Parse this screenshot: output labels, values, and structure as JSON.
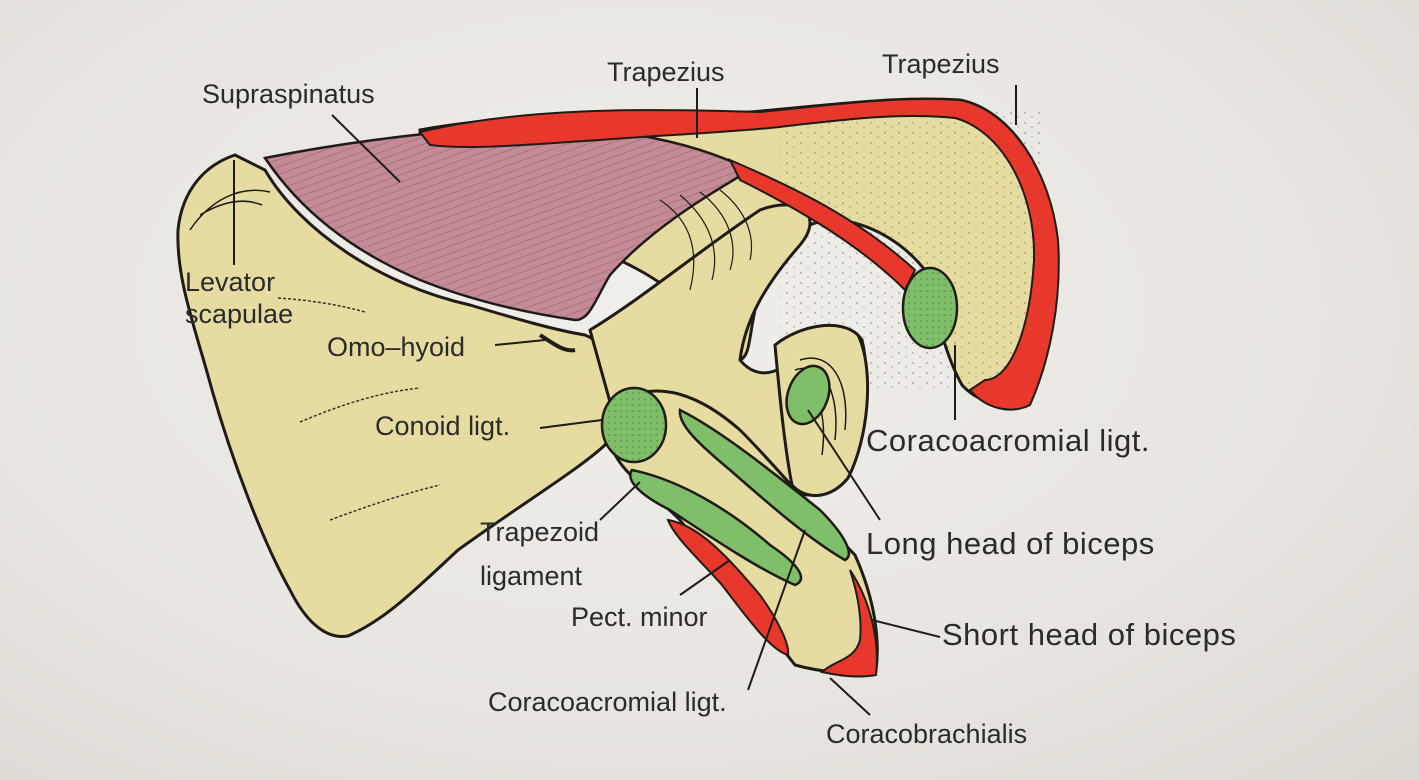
{
  "colors": {
    "bone": "#e6dca2",
    "muscle_red": "#e8382b",
    "muscle_pink": "#c48a96",
    "ligament_green": "#7fbf6a",
    "outline": "#1f1c18",
    "background": "#eae7e2"
  },
  "labels": {
    "supraspinatus": "Supraspinatus",
    "trapezius_1": "Trapezius",
    "trapezius_2": "Trapezius",
    "levator_line1": "Levator",
    "levator_line2": "scapulae",
    "omohyoid": "Omo–hyoid",
    "conoid": "Conoid ligt.",
    "coracoacromial_right": "Coracoacromial ligt.",
    "long_head": "Long head of biceps",
    "trapezoid_line1": "Trapezoid",
    "trapezoid_line2": "ligament",
    "pect_minor": "Pect. minor",
    "short_head": "Short head of biceps",
    "coracoacromial_bottom": "Coracoacromial ligt.",
    "coracobrachialis": "Coracobrachialis"
  }
}
